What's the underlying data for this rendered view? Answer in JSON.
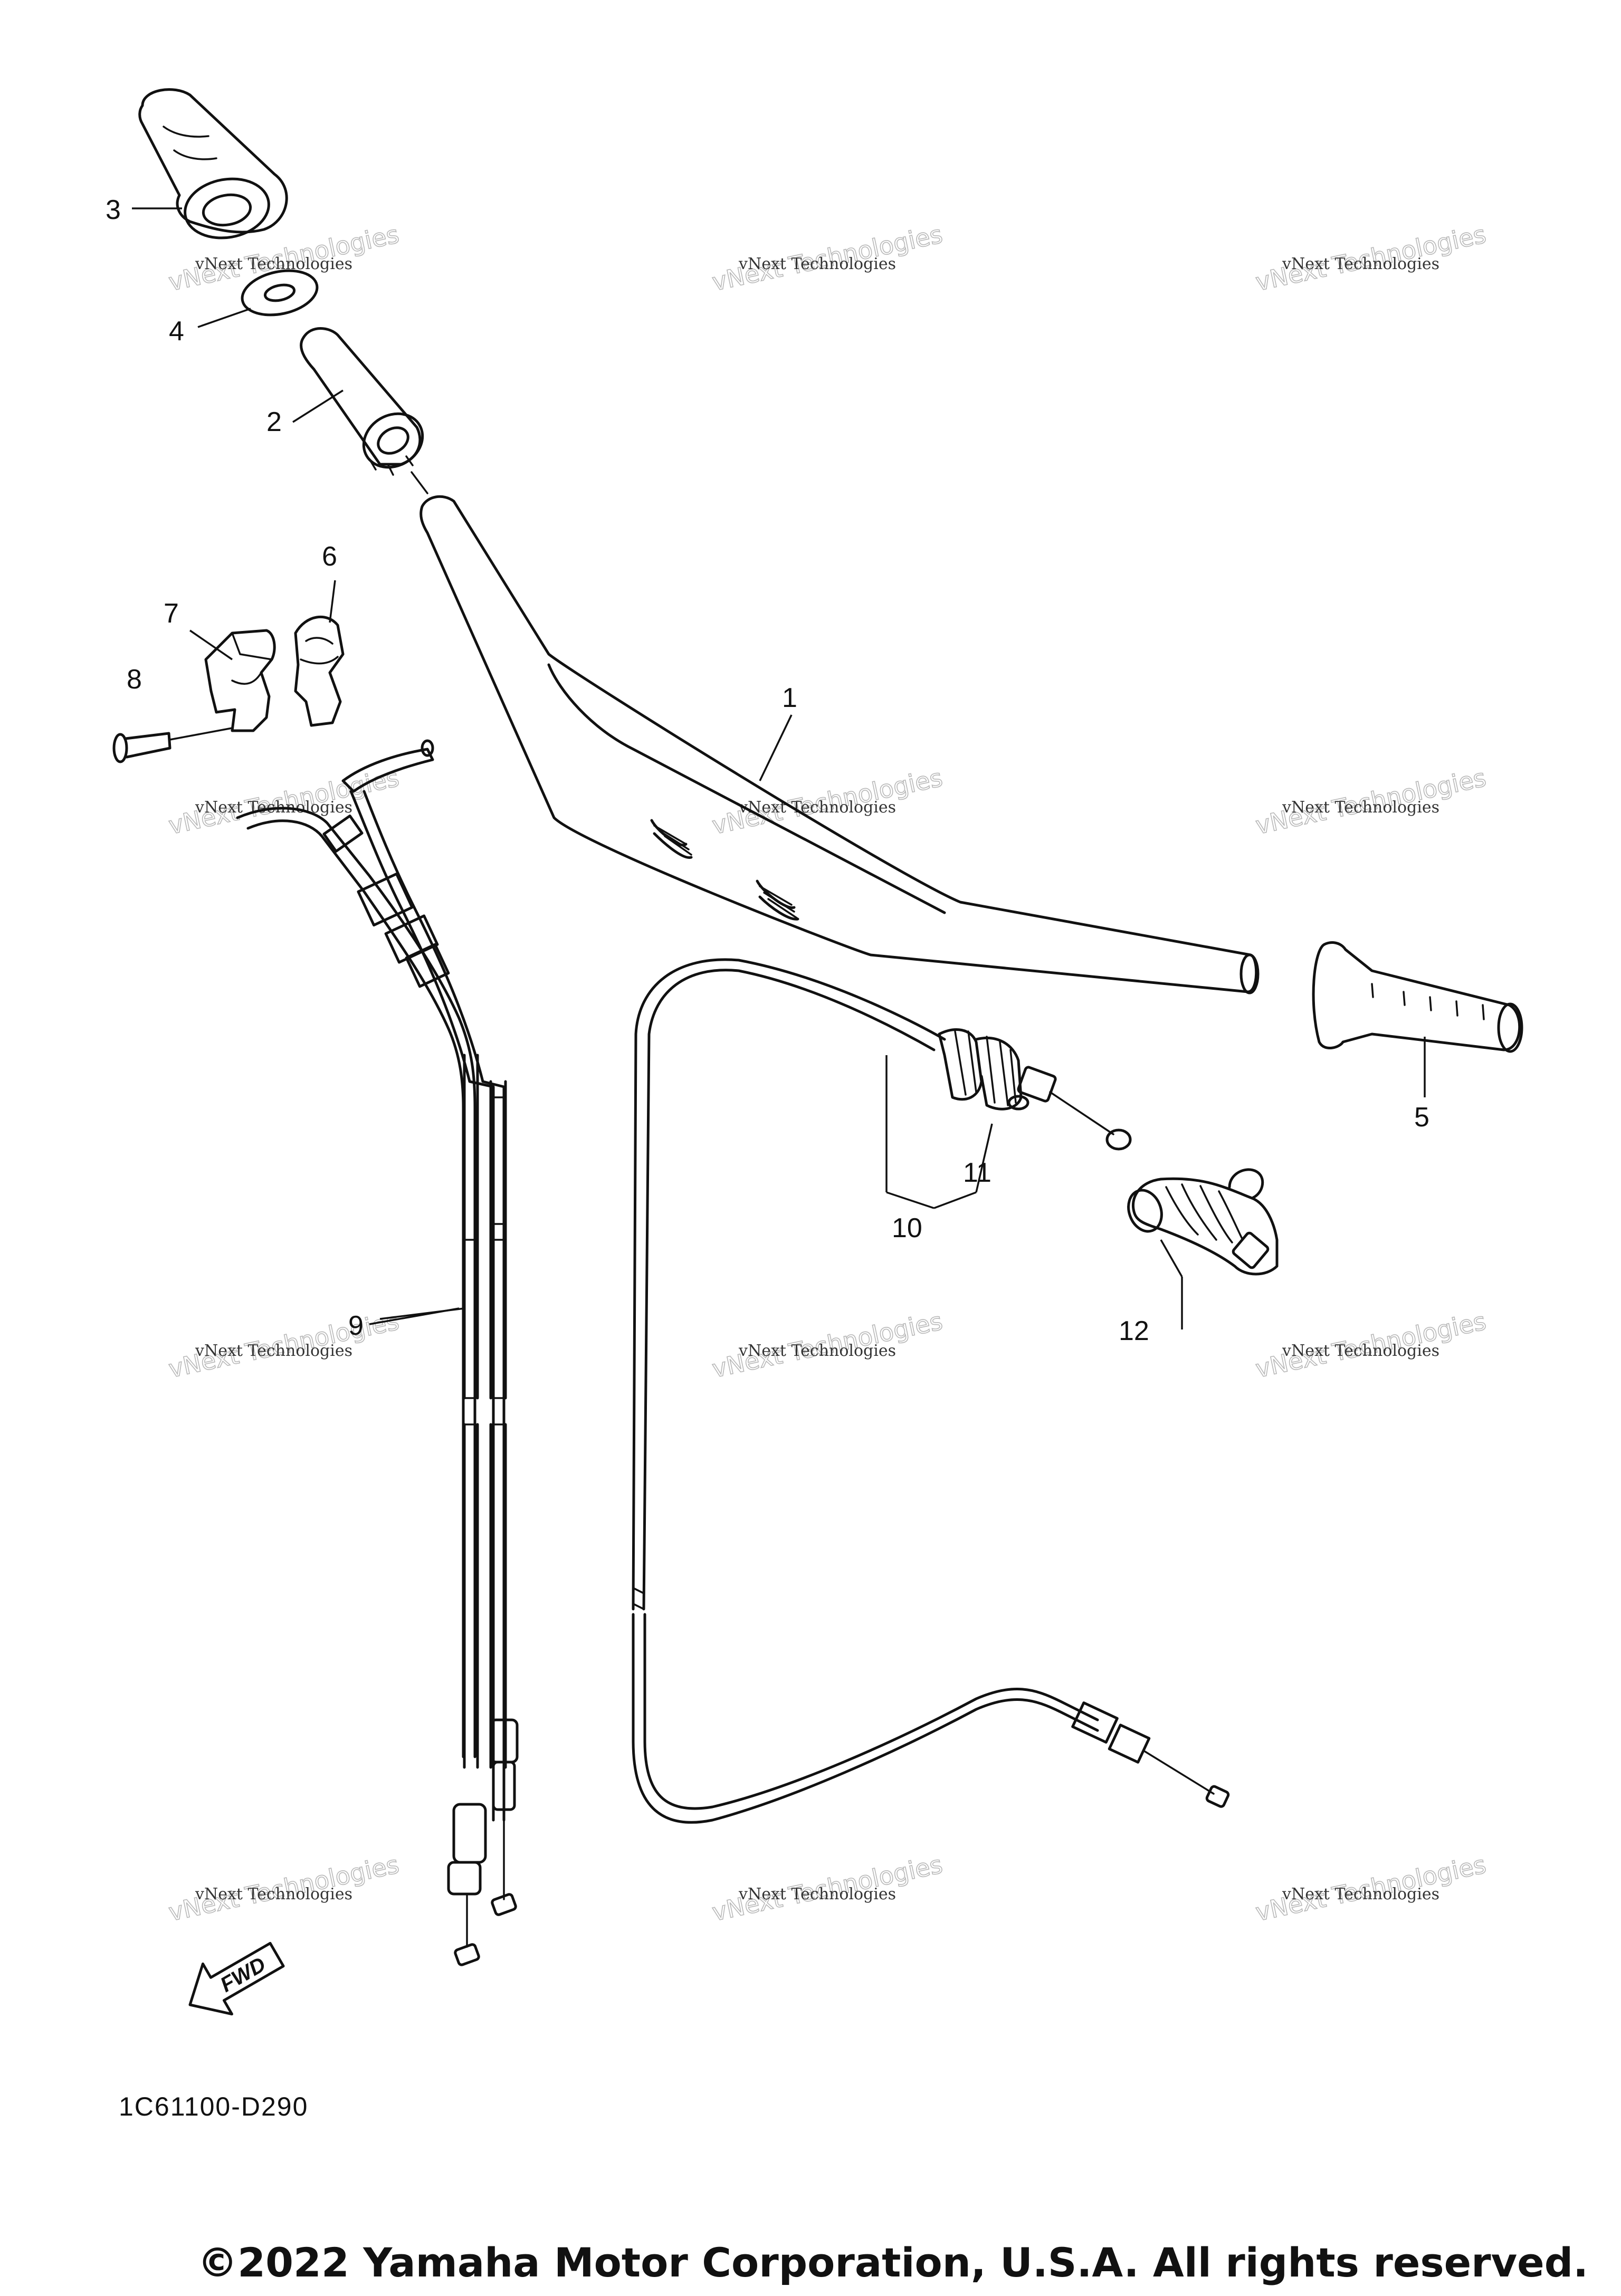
{
  "diagram": {
    "callouts": [
      {
        "id": "1",
        "label": "1"
      },
      {
        "id": "2",
        "label": "2"
      },
      {
        "id": "3",
        "label": "3"
      },
      {
        "id": "4",
        "label": "4"
      },
      {
        "id": "5",
        "label": "5"
      },
      {
        "id": "6",
        "label": "6"
      },
      {
        "id": "7",
        "label": "7"
      },
      {
        "id": "8",
        "label": "8"
      },
      {
        "id": "9",
        "label": "9"
      },
      {
        "id": "10",
        "label": "10"
      },
      {
        "id": "11",
        "label": "11"
      },
      {
        "id": "12",
        "label": "12"
      }
    ],
    "watermark": {
      "line1": "vNext Technologies",
      "line2": "vNext Technologies"
    },
    "direction_label": "FWD",
    "diagram_code": "1C61100-D290",
    "copyright": "©2022 Yamaha Motor Corporation, U.S.A. All rights reserved."
  }
}
